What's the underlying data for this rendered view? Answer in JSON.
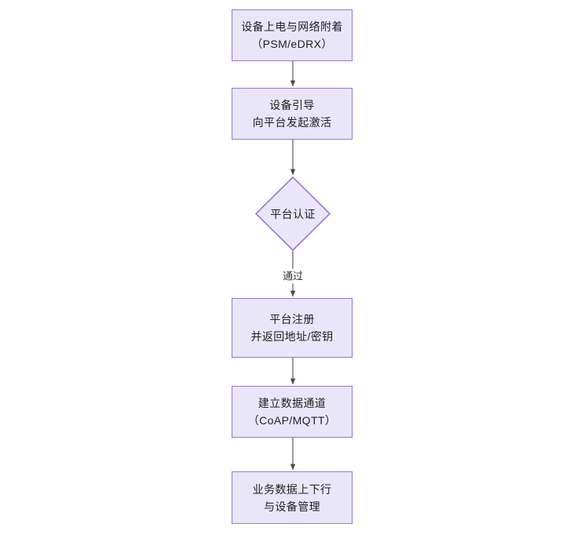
{
  "diagram": {
    "type": "flowchart",
    "orientation": "top-to-bottom",
    "title": "",
    "background_color": "#ffffff",
    "node_fill_color": "#e9e6fa",
    "node_border_color": "#9a77cf",
    "edge_color": "#595959",
    "text_color": "#1f1f1f",
    "nodes": [
      {
        "id": "n1",
        "shape": "rectangle",
        "label": "设备上电与网络附着\n（PSM/eDRX）",
        "line1": "设备上电与网络附着",
        "line2": "（PSM/eDRX）"
      },
      {
        "id": "n2",
        "shape": "rectangle",
        "label": "设备引导\n向平台发起激活",
        "line1": "设备引导",
        "line2": "向平台发起激活"
      },
      {
        "id": "n3",
        "shape": "diamond",
        "label": "平台认证",
        "line1": "平台认证",
        "line2": ""
      },
      {
        "id": "n4",
        "shape": "rectangle",
        "label": "平台注册\n并返回地址/密钥",
        "line1": "平台注册",
        "line2": "并返回地址/密钥"
      },
      {
        "id": "n5",
        "shape": "rectangle",
        "label": "建立数据通道\n（CoAP/MQTT）",
        "line1": "建立数据通道",
        "line2": "（CoAP/MQTT）"
      },
      {
        "id": "n6",
        "shape": "rectangle",
        "label": "业务数据上下行\n与设备管理",
        "line1": "业务数据上下行",
        "line2": "与设备管理"
      }
    ],
    "edges": [
      {
        "id": "e1",
        "from": "n1",
        "to": "n2",
        "label": ""
      },
      {
        "id": "e2",
        "from": "n2",
        "to": "n3",
        "label": ""
      },
      {
        "id": "e3",
        "from": "n3",
        "to": "n4",
        "label": "通过"
      },
      {
        "id": "e4",
        "from": "n4",
        "to": "n5",
        "label": ""
      },
      {
        "id": "e5",
        "from": "n5",
        "to": "n6",
        "label": ""
      }
    ]
  }
}
